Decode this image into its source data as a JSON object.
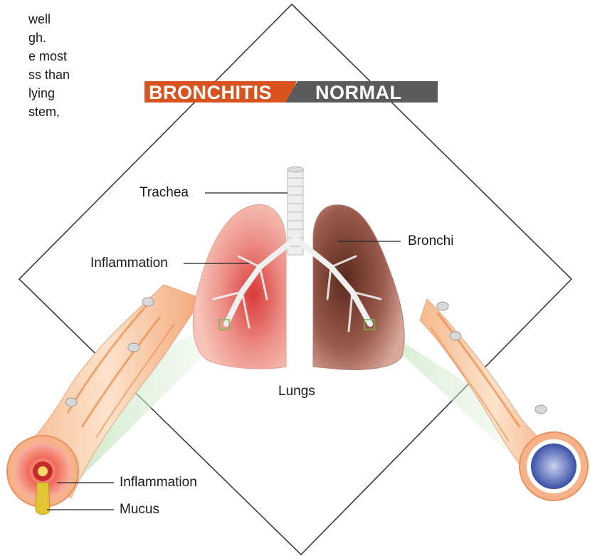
{
  "intro": {
    "lines": [
      "well",
      "gh.",
      "e most",
      "ss than",
      "lying",
      "stem,"
    ]
  },
  "banner": {
    "left_label": "BRONCHITIS",
    "right_label": "NORMAL",
    "left_color": "#d9531e",
    "right_color": "#5a5a5a"
  },
  "labels": {
    "trachea": "Trachea",
    "inflammation_lung": "Inflammation",
    "bronchi": "Bronchi",
    "lungs": "Lungs",
    "inflammation_airway": "Inflammation",
    "mucus": "Mucus"
  },
  "colors": {
    "inflamed_lung": "#f2a79a",
    "inflamed_core": "#d83a3a",
    "normal_lung": "#8a4a3e",
    "airway_tube": "#f8c9a4",
    "airway_stripe": "#e88a4a",
    "zoom_highlight": "#cfe8c8",
    "normal_lumen": "#4a5fb0",
    "mucus": "#e2c534"
  }
}
